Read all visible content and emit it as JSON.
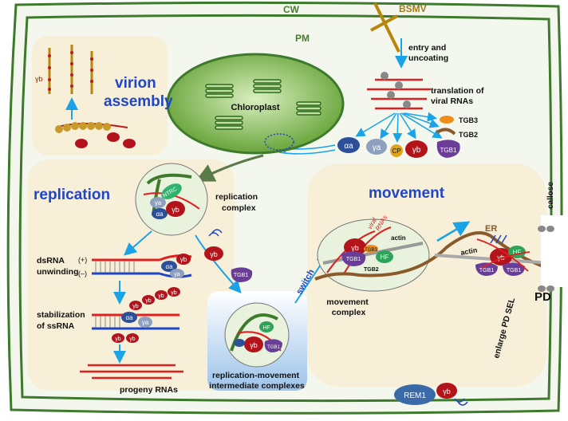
{
  "labels": {
    "cw": "CW",
    "bsmv": "BSMV",
    "pm": "PM",
    "entry_uncoating_1": "entry and",
    "entry_uncoating_2": "uncoating",
    "translation_1": "translation of",
    "translation_2": "viral RNAs",
    "chloroplast": "Chloroplast",
    "virion_assembly_1": "virion",
    "virion_assembly_2": "assembly",
    "replication": "replication",
    "movement": "movement",
    "replication_complex_1": "replication",
    "replication_complex_2": "complex",
    "dsrna_1": "dsRNA",
    "dsrna_2": "unwinding",
    "plus": "(+)",
    "minus": "(–)",
    "stabilization_1": "stabilization",
    "stabilization_2": "of ssRNA",
    "progeny": "progeny RNAs",
    "rm_complex_1": "replication-movement",
    "rm_complex_2": "intermediate complexes",
    "switch": "switch",
    "movement_complex_1": "movement",
    "movement_complex_2": "complex",
    "er": "ER",
    "actin": "actin",
    "callose": "callose",
    "pd": "PD",
    "enlarge": "enlarge PD SEL",
    "viral_rnas_1": "viral",
    "viral_rnas_2": "RNAs"
  },
  "proteins": {
    "aa": "αa",
    "ya": "γa",
    "cp": "CP",
    "yb": "γb",
    "tgb1": "TGB1",
    "tgb2": "TGB2",
    "tgb3": "TGB3",
    "ntrc": "NTRC",
    "hf": "HF",
    "rem1": "REM1"
  },
  "colors": {
    "cell_wall": "#3e7a2c",
    "panel": "#f7efd8",
    "cell_bg": "#f3f7ee",
    "chloroplast": "#6aa638",
    "arrow": "#1aa3e6",
    "title_blue": "#1f46c8",
    "yb": "#b3141c",
    "aa": "#2c4f99",
    "ya": "#8ea0c0",
    "cp": "#e0a41c",
    "tgb1": "#6a3d99",
    "tgb3": "#f08c18",
    "ntrc": "#2fb36e",
    "hf": "#2fa35a",
    "er": "#8a5a2b",
    "rem1": "#3a6aa8"
  }
}
